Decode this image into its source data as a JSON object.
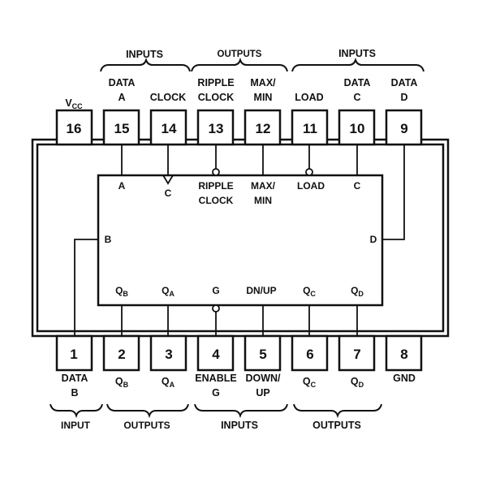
{
  "colors": {
    "ink": "#111111",
    "background": "#ffffff"
  },
  "top_groups": [
    {
      "label": "INPUTS"
    },
    {
      "label": "OUTPUTS"
    },
    {
      "label": "INPUTS"
    }
  ],
  "bottom_groups": [
    {
      "label": "INPUT"
    },
    {
      "label": "OUTPUTS"
    },
    {
      "label": "INPUTS"
    },
    {
      "label": "OUTPUTS"
    }
  ],
  "top_pins": [
    {
      "number": "16",
      "label": [
        "V",
        "CC"
      ]
    },
    {
      "number": "15",
      "label": [
        "DATA",
        "A"
      ]
    },
    {
      "number": "14",
      "label": [
        "CLOCK"
      ]
    },
    {
      "number": "13",
      "label": [
        "RIPPLE",
        "CLOCK"
      ]
    },
    {
      "number": "12",
      "label": [
        "MAX/",
        "MIN"
      ]
    },
    {
      "number": "11",
      "label": [
        "LOAD"
      ]
    },
    {
      "number": "10",
      "label": [
        "DATA",
        "C"
      ]
    },
    {
      "number": "9",
      "label": [
        "DATA",
        "D"
      ]
    }
  ],
  "bottom_pins": [
    {
      "number": "1",
      "label": [
        "DATA",
        "B"
      ]
    },
    {
      "number": "2",
      "label": [
        "Q",
        "B"
      ]
    },
    {
      "number": "3",
      "label": [
        "Q",
        "A"
      ]
    },
    {
      "number": "4",
      "label": [
        "ENABLE",
        "G"
      ]
    },
    {
      "number": "5",
      "label": [
        "DOWN/",
        "UP"
      ]
    },
    {
      "number": "6",
      "label": [
        "Q",
        "C"
      ]
    },
    {
      "number": "7",
      "label": [
        "Q",
        "D"
      ]
    },
    {
      "number": "8",
      "label": [
        "GND"
      ]
    }
  ],
  "chip_top_labels": [
    {
      "lines": [
        "A"
      ]
    },
    {
      "lines": [
        "C"
      ]
    },
    {
      "lines": [
        "RIPPLE",
        "CLOCK"
      ]
    },
    {
      "lines": [
        "MAX/",
        "MIN"
      ]
    },
    {
      "lines": [
        "LOAD"
      ]
    },
    {
      "lines": [
        "C"
      ]
    }
  ],
  "chip_bottom_labels": [
    {
      "main": "Q",
      "sub": "B"
    },
    {
      "main": "Q",
      "sub": "A"
    },
    {
      "main": "G",
      "sub": ""
    },
    {
      "main": "DN/UP",
      "sub": ""
    },
    {
      "main": "Q",
      "sub": "C"
    },
    {
      "main": "Q",
      "sub": "D"
    }
  ],
  "chip_side_labels": {
    "left": "B",
    "right": "D"
  }
}
